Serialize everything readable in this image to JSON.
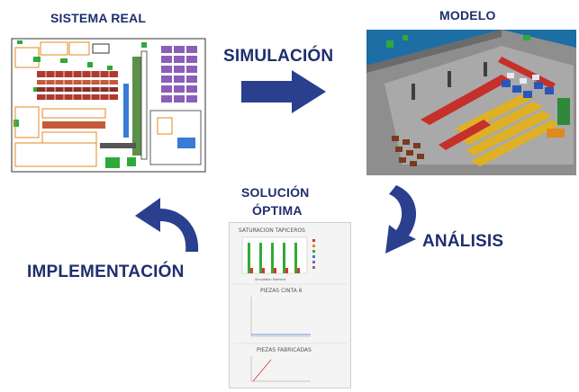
{
  "labels": {
    "sistema_real": "SISTEMA REAL",
    "modelo": "MODELO",
    "simulacion": "SIMULACIÓN",
    "solucion_line1": "SOLUCIÓN",
    "solucion_line2": "ÓPTIMA",
    "analisis": "ANÁLISIS",
    "implementacion": "IMPLEMENTACIÓN"
  },
  "results_panel": {
    "chart1_title": "SATURACION TAPICEROS",
    "chart1_xlabel": "Simulation Element",
    "chart2_title": "PIEZAS CINTA 6",
    "chart3_title": "PIEZAS FABRICADAS"
  },
  "colors": {
    "label_text": "#1f2e6e",
    "arrow": "#2b3f8f"
  }
}
